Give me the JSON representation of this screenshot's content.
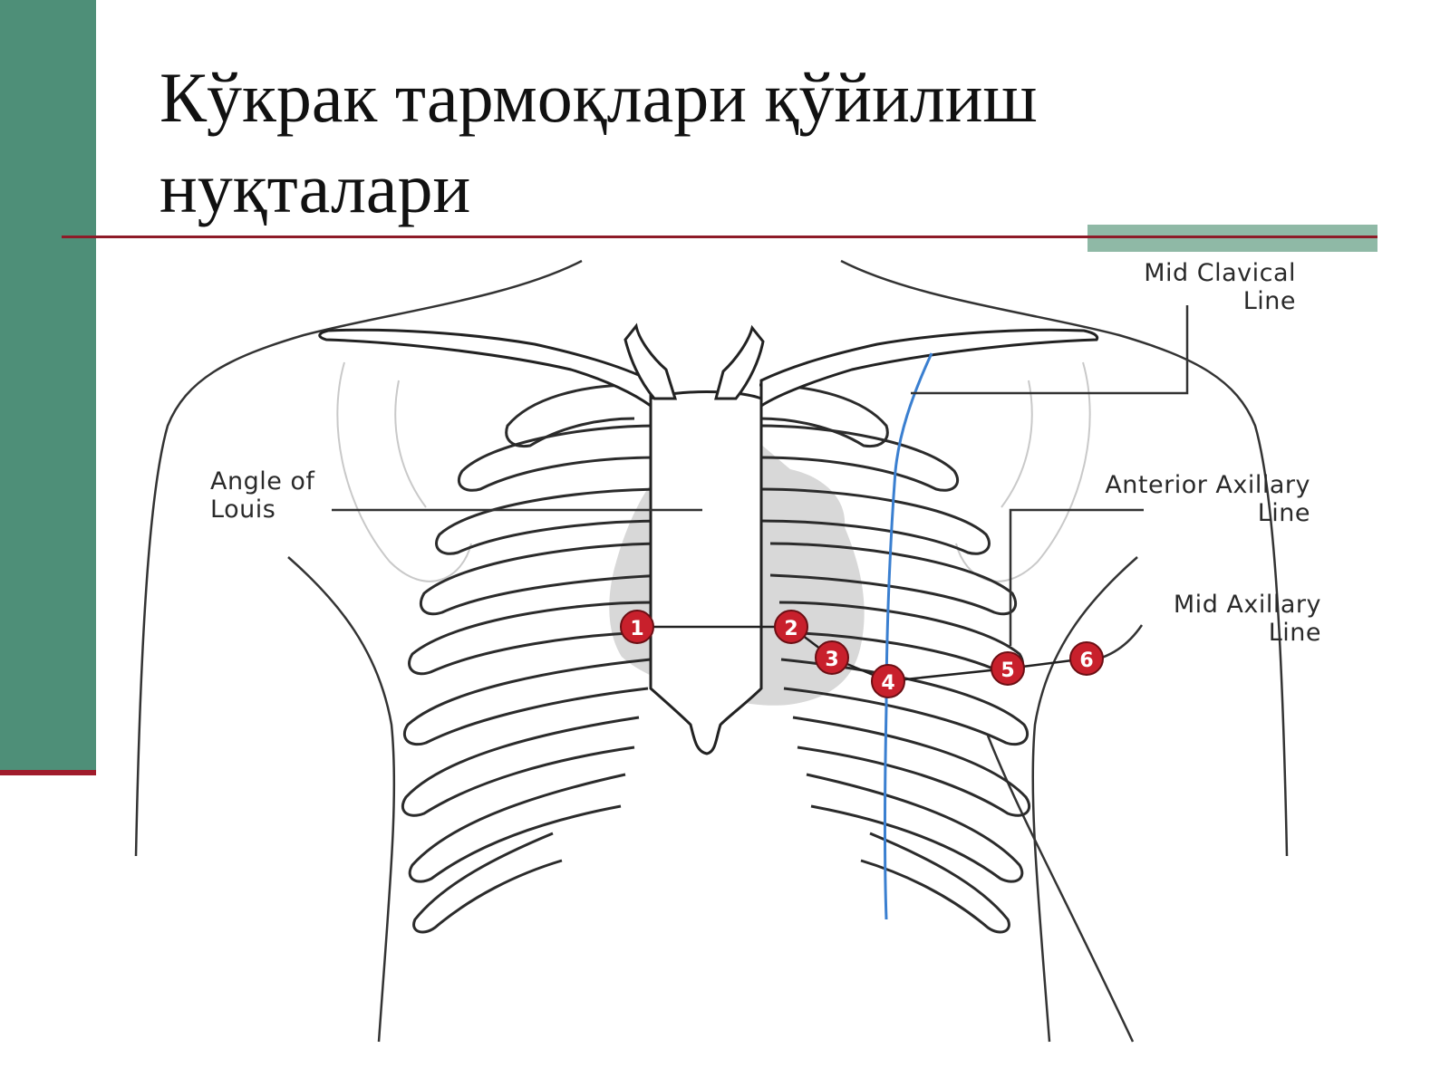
{
  "slide": {
    "title_lines": [
      "Кўкрак тармоқлари қўйилиш",
      "нуқталари"
    ]
  },
  "labels": {
    "angle_of_louis": [
      "Angle of",
      "Louis"
    ],
    "mid_clavical_line": [
      "Mid Clavical",
      "Line"
    ],
    "anterior_axillary_line": [
      "Anterior Axillary",
      "Line"
    ],
    "mid_axillary_line": [
      "Mid Axillary",
      "Line"
    ]
  },
  "electrodes": [
    "1",
    "2",
    "3",
    "4",
    "5",
    "6"
  ],
  "colors": {
    "sidebar": "#4e8f78",
    "rule": "#8e1b28",
    "accent_block": "#8fb9a6",
    "electrode": "#c8202c",
    "mid_clavicular_line": "#3a7fd0",
    "heart": "#d8d8d8"
  }
}
